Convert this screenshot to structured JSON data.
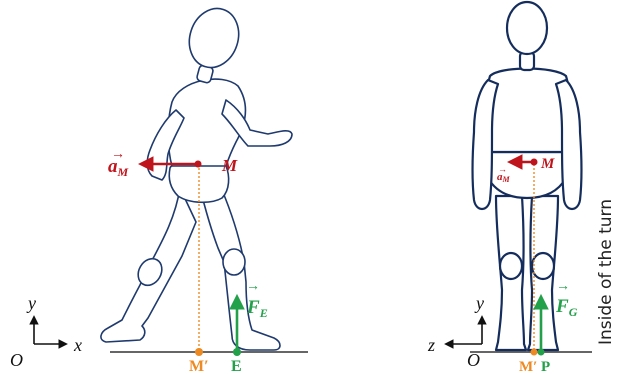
{
  "figure": {
    "colors": {
      "body_outline": "#1f3a6e",
      "acceleration": "#c0141c",
      "force": "#22a04a",
      "projection": "#ee8a22",
      "ground": "#333333"
    },
    "left_panel": {
      "accel_label": "a",
      "accel_sub": "M",
      "mass_point": "M",
      "force_label": "F",
      "force_sub": "E",
      "projection_point": "M′",
      "contact_point": "E",
      "axis_origin": "O",
      "axis_horizontal": "x",
      "axis_vertical": "y"
    },
    "right_panel": {
      "accel_label": "a",
      "accel_sub": "M",
      "mass_point": "M",
      "force_label": "F",
      "force_sub": "G",
      "projection_point": "M′",
      "contact_point": "P",
      "axis_origin": "O",
      "axis_horizontal": "z",
      "axis_vertical": "y",
      "side_text": "Inside of the turn"
    }
  }
}
